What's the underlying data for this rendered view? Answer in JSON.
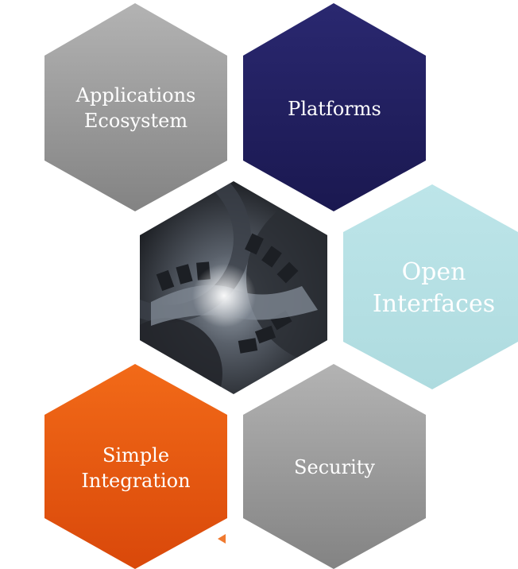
{
  "hexagons": [
    {
      "id": "applications-ecosystem",
      "lines": [
        "Applications",
        "Ecosystem"
      ],
      "color": "#9e9e9e"
    },
    {
      "id": "platforms",
      "lines": [
        "Platforms"
      ],
      "color": "#22205e"
    },
    {
      "id": "gears-image",
      "lines": [],
      "color": "#2b2f35"
    },
    {
      "id": "open-interfaces",
      "lines": [
        "Open",
        "Interfaces"
      ],
      "color": "#b4e0e4"
    },
    {
      "id": "simple-integration",
      "lines": [
        "Simple",
        "Integration"
      ],
      "color": "#e8570f"
    },
    {
      "id": "security",
      "lines": [
        "Security"
      ],
      "color": "#9b9b9b"
    }
  ]
}
